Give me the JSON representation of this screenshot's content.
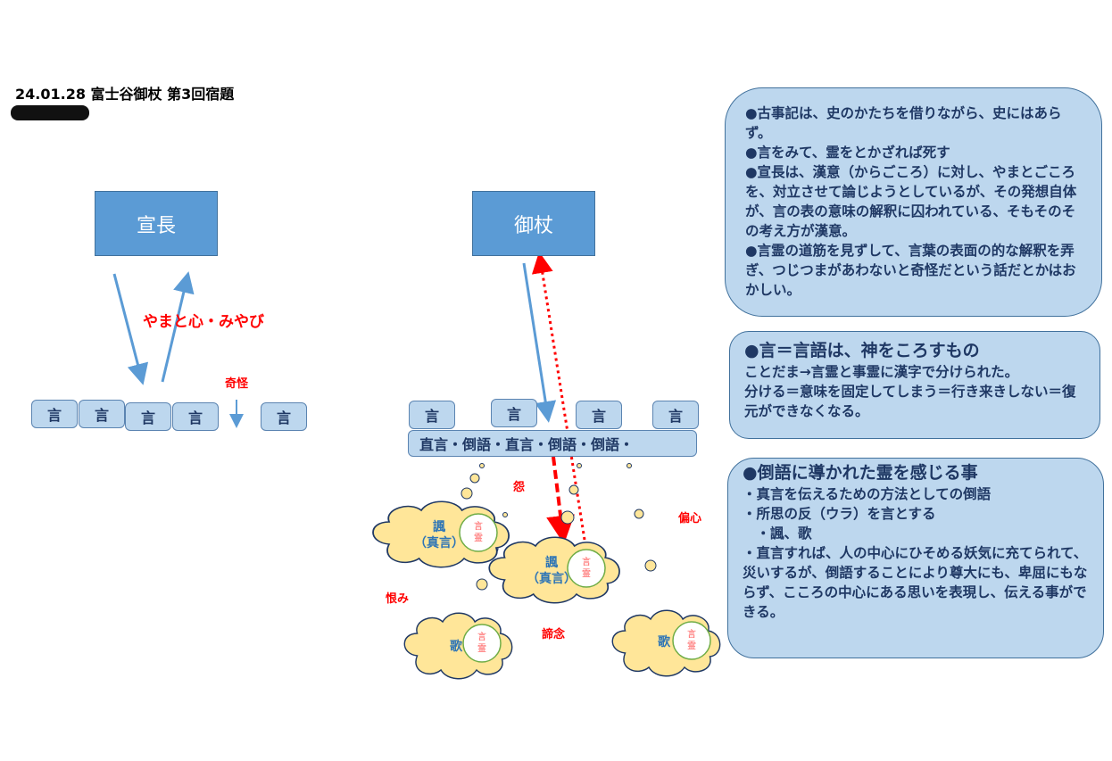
{
  "header": {
    "title": "24.01.28 富士谷御杖 第3回宿題"
  },
  "left": {
    "box": "宣長",
    "label": "やまと心・みやび",
    "odd": "奇怪",
    "words": [
      "言",
      "言",
      "言",
      "言",
      "言"
    ]
  },
  "center": {
    "box": "御杖",
    "words": [
      "言",
      "言",
      "言",
      "言"
    ],
    "bar": "直言・倒語・直言・倒語・倒語・",
    "clouds": [
      {
        "word": "諷",
        "sub": "（真言）",
        "spirit": [
          "言",
          "霊"
        ]
      },
      {
        "word": "諷",
        "sub": "（真言）",
        "spirit": [
          "言",
          "霊"
        ]
      },
      {
        "word": "歌",
        "spirit": [
          "言",
          "霊"
        ]
      },
      {
        "word": "歌",
        "spirit": [
          "言",
          "霊"
        ]
      }
    ],
    "emotions": [
      "怨",
      "偏心",
      "恨み",
      "諦念"
    ]
  },
  "notes": [
    {
      "lines": [
        "●古事記は、史のかたちを借りながら、史にはあらず。",
        "●言をみて、霊をとかざれば死す",
        "●宣長は、漢意（からごころ）に対し、やまとごころを、対立させて論じようとしているが、その発想自体が、言の表の意味の解釈に囚われている、そもそのその考え方が漢意。",
        "●言霊の道筋を見ずして、言葉の表面の的な解釈を弄ぎ、つじつまがあわないと奇怪だという話だとかはおかしい。"
      ]
    },
    {
      "heading": "●言＝言語は、神をころすもの",
      "lines": [
        "ことだま→言霊と事霊に漢字で分けられた。",
        "分ける＝意味を固定してしまう＝行き来きしない＝復元ができなくなる。"
      ]
    },
    {
      "heading": "●倒語に導かれた霊を感じる事",
      "lines": [
        "・真言を伝えるための方法としての倒語",
        "・所思の反（ウラ）を言とする",
        "　・諷、歌",
        "・直言すれば、人の中心にひそめる妖気に充てられて、災いするが、倒語することにより尊大にも、卑屈にもならず、こころの中心にある思いを表現し、伝える事ができる。"
      ]
    }
  ],
  "colors": {
    "box": "#5b9bd5",
    "light": "#bdd7ee",
    "text": "#1f3864",
    "red": "#ff0000",
    "cloud": "#ffe699"
  }
}
